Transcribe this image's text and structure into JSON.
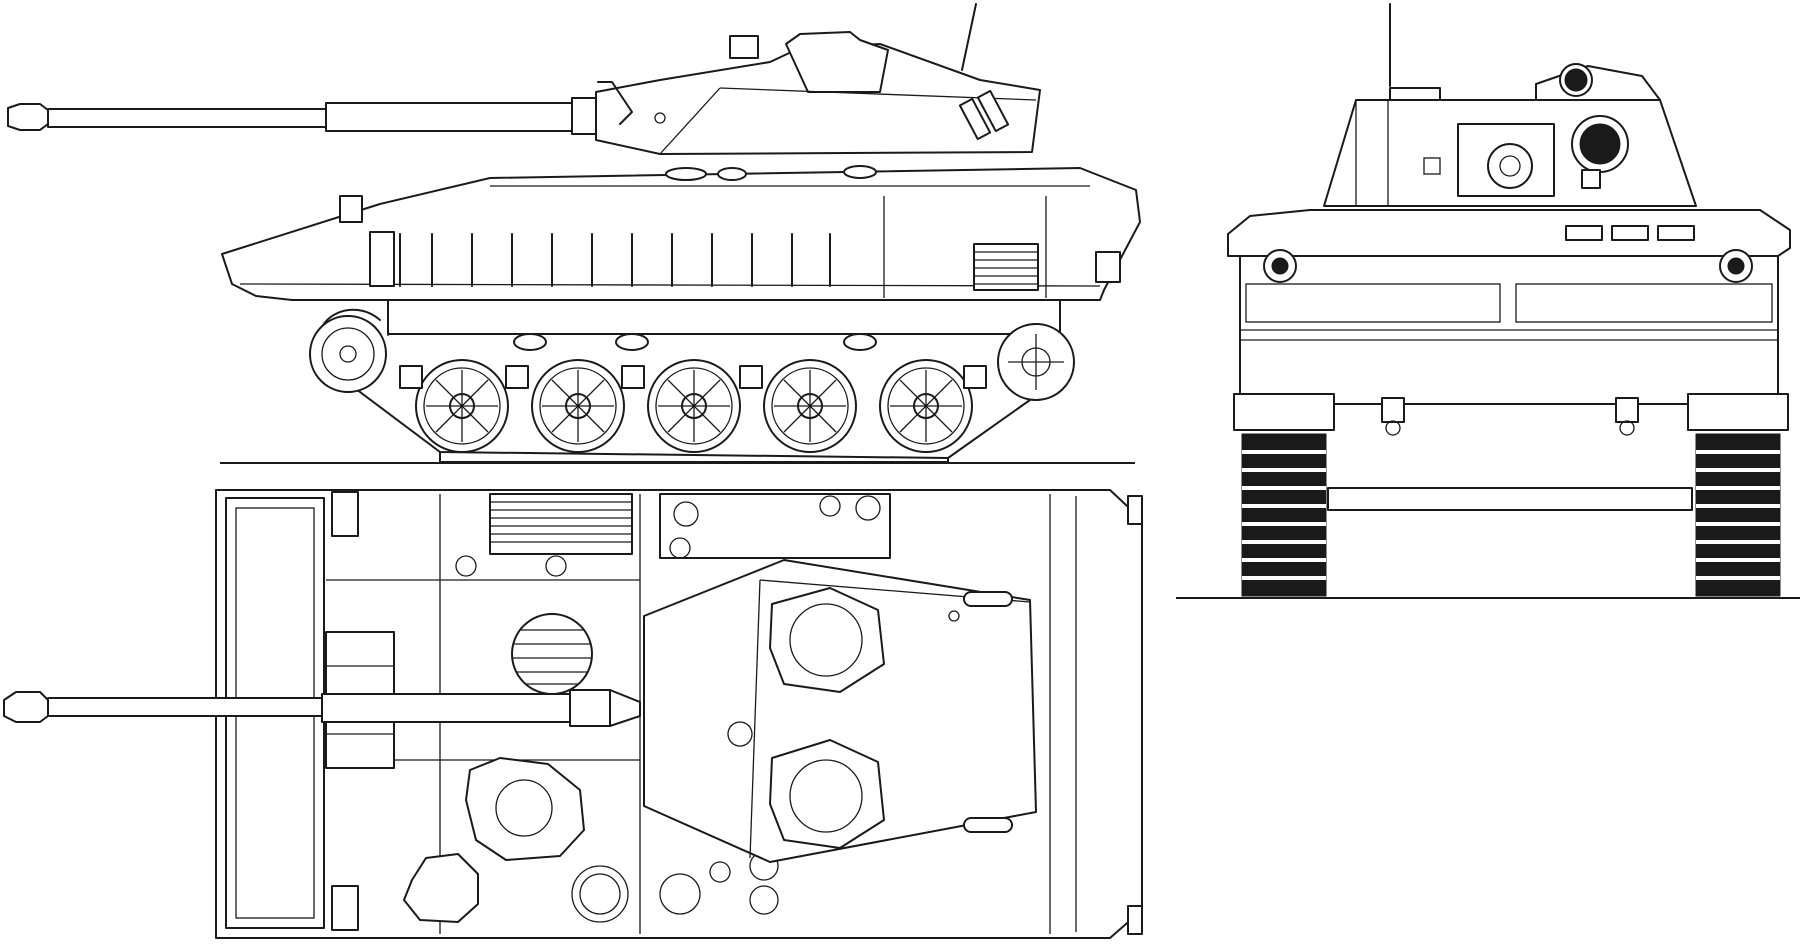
{
  "figure": {
    "views": [
      "side-elevation",
      "plan-view",
      "front-elevation"
    ]
  },
  "palette": {
    "line": "#1a1a1a",
    "paper": "#ffffff"
  }
}
